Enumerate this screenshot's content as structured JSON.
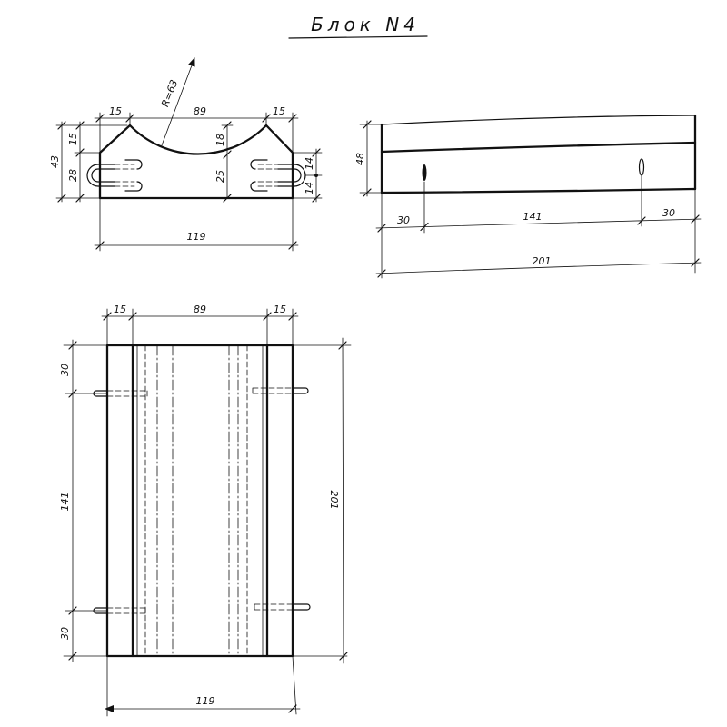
{
  "title": "Блок N4",
  "section_view": {
    "top_left": "15",
    "radius": "R=63",
    "top_middle": "89",
    "top_right": "15",
    "left_total": "43",
    "left_upper": "15",
    "left_lower": "28",
    "inner_upper": "18",
    "inner_lower": "25",
    "right_upper": "14",
    "right_lower": "14",
    "bottom": "119"
  },
  "side_view": {
    "height": "48",
    "bottom_left": "30",
    "bottom_middle": "141",
    "bottom_right": "30",
    "overall": "201"
  },
  "plan_view": {
    "top_left": "15",
    "top_middle": "89",
    "top_right": "15",
    "left_upper": "30",
    "left_middle": "141",
    "left_lower": "30",
    "right": "201",
    "bottom": "119"
  }
}
